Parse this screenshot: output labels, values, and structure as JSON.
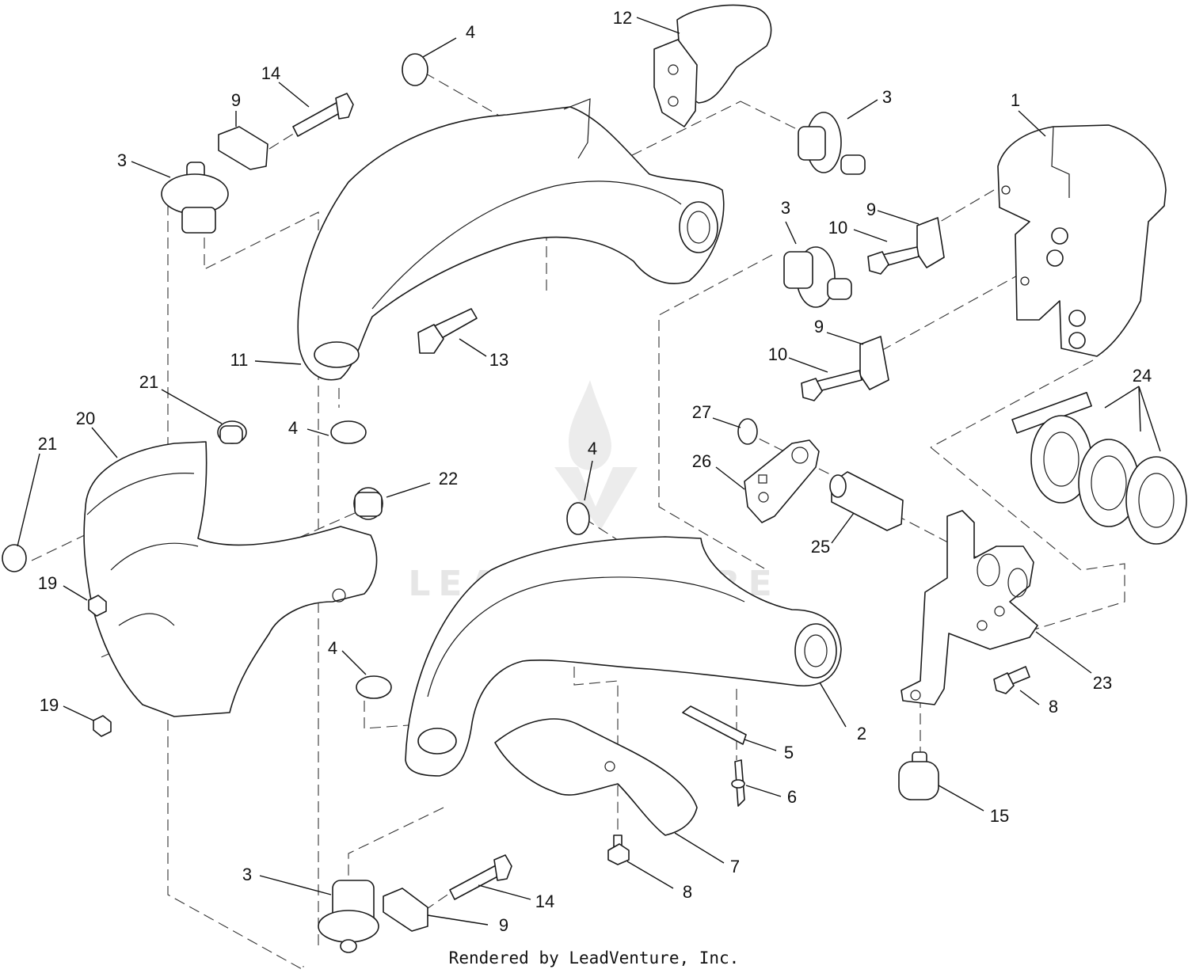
{
  "footer": {
    "credit": "Rendered by LeadVenture, Inc."
  },
  "watermark": {
    "text": "LEADVENTURE"
  },
  "callouts": [
    {
      "id": "c12",
      "label": "12"
    },
    {
      "id": "c4a",
      "label": "4"
    },
    {
      "id": "c14a",
      "label": "14"
    },
    {
      "id": "c9a",
      "label": "9"
    },
    {
      "id": "c3a",
      "label": "3"
    },
    {
      "id": "c3b",
      "label": "3"
    },
    {
      "id": "c1",
      "label": "1"
    },
    {
      "id": "c3c",
      "label": "3"
    },
    {
      "id": "c9b",
      "label": "9"
    },
    {
      "id": "c10a",
      "label": "10"
    },
    {
      "id": "c9c",
      "label": "9"
    },
    {
      "id": "c10b",
      "label": "10"
    },
    {
      "id": "c11",
      "label": "11"
    },
    {
      "id": "c13",
      "label": "13"
    },
    {
      "id": "c21a",
      "label": "21"
    },
    {
      "id": "c20",
      "label": "20"
    },
    {
      "id": "c21b",
      "label": "21"
    },
    {
      "id": "c4b",
      "label": "4"
    },
    {
      "id": "c27",
      "label": "27"
    },
    {
      "id": "c24",
      "label": "24"
    },
    {
      "id": "c4c",
      "label": "4"
    },
    {
      "id": "c26",
      "label": "26"
    },
    {
      "id": "c22",
      "label": "22"
    },
    {
      "id": "c25",
      "label": "25"
    },
    {
      "id": "c19a",
      "label": "19"
    },
    {
      "id": "c4d",
      "label": "4"
    },
    {
      "id": "c23",
      "label": "23"
    },
    {
      "id": "c19b",
      "label": "19"
    },
    {
      "id": "c8a",
      "label": "8"
    },
    {
      "id": "c2",
      "label": "2"
    },
    {
      "id": "c5",
      "label": "5"
    },
    {
      "id": "c6",
      "label": "6"
    },
    {
      "id": "c15",
      "label": "15"
    },
    {
      "id": "c7",
      "label": "7"
    },
    {
      "id": "c3d",
      "label": "3"
    },
    {
      "id": "c14b",
      "label": "14"
    },
    {
      "id": "c8b",
      "label": "8"
    },
    {
      "id": "c9d",
      "label": "9"
    }
  ]
}
